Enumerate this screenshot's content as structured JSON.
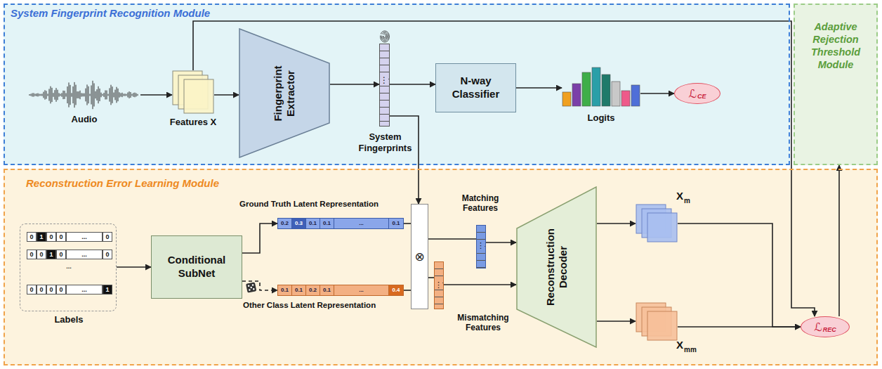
{
  "diagram": {
    "nodes": [
      {
        "text": [
          "System Fingerprint Recognition Module"
        ]
      },
      {
        "text": [
          "Audio"
        ],
        "in": 0
      },
      {
        "text": [
          "Features X"
        ],
        "in": 0
      },
      {
        "text": [
          "Fingerprint Extractor"
        ],
        "in": 0
      },
      {
        "text": [
          "System Fingerprints",
          "⋮"
        ],
        "in": 0
      },
      {
        "text": [
          "N-way Classifier"
        ],
        "in": 0
      },
      {
        "text": [
          "Logits"
        ],
        "in": 0
      },
      {
        "text": [
          "ℒ",
          "CE"
        ],
        "in": 0
      },
      {
        "text": [
          "Adaptive Rejection Threshold Module"
        ]
      },
      {
        "text": [
          "Reconstruction Error Learning Module"
        ]
      },
      {
        "text": [
          "Labels"
        ],
        "in": 9
      },
      {
        "text": [
          "Conditional SubNet"
        ],
        "in": 9
      },
      {
        "text": [
          "Ground Truth Latent Representation",
          "0.2",
          "0.3",
          "0.1",
          "0.1",
          "...",
          "0.1"
        ],
        "in": 9
      },
      {
        "text": [
          "Other Class Latent Representation",
          "0.1",
          "0.1",
          "0.2",
          "0.1",
          "...",
          "0.4"
        ],
        "in": 9
      },
      {
        "text": [
          "⊗"
        ],
        "in": 9
      },
      {
        "text": [
          "Matching Features",
          "⋮"
        ],
        "in": 9
      },
      {
        "text": [
          "Mismatching Features",
          "⋮"
        ],
        "in": 9
      },
      {
        "text": [
          "Reconstruction Decoder"
        ],
        "in": 9
      },
      {
        "text": [
          "X",
          "m"
        ],
        "in": 9
      },
      {
        "text": [
          "X",
          "mm"
        ],
        "in": 9
      },
      {
        "text": [
          "ℒ",
          "REC"
        ],
        "in": 9
      }
    ],
    "edges": [
      {
        "from": 1,
        "to": 2,
        "arrow": "to"
      },
      {
        "from": 2,
        "to": 3,
        "arrow": "to"
      },
      {
        "from": 3,
        "to": 4,
        "arrow": "to"
      },
      {
        "from": 4,
        "to": 5,
        "arrow": "to"
      },
      {
        "from": 5,
        "to": 6,
        "arrow": "to"
      },
      {
        "from": 6,
        "to": 7,
        "arrow": "to"
      },
      {
        "from": 4,
        "to": 14,
        "arrow": "to"
      },
      {
        "from": 10,
        "to": 11,
        "arrow": "to"
      },
      {
        "from": 11,
        "to": 12,
        "arrow": "to"
      },
      {
        "from": 11,
        "to": 13,
        "arrow": "to"
      },
      {
        "from": 12,
        "to": 14,
        "arrow": "none"
      },
      {
        "from": 13,
        "to": 14,
        "arrow": "none"
      },
      {
        "from": 14,
        "to": 15,
        "arrow": "none"
      },
      {
        "from": 14,
        "to": 16,
        "arrow": "none"
      },
      {
        "from": 15,
        "to": 17,
        "arrow": "to"
      },
      {
        "from": 16,
        "to": 17,
        "arrow": "to"
      },
      {
        "from": 17,
        "to": 18,
        "arrow": "to"
      },
      {
        "from": 17,
        "to": 19,
        "arrow": "to"
      },
      {
        "from": 18,
        "to": 20,
        "arrow": "to"
      },
      {
        "from": 19,
        "to": 20,
        "arrow": "to"
      },
      {
        "from": 2,
        "to": 20,
        "arrow": "to"
      },
      {
        "from": 20,
        "to": 8,
        "arrow": "to"
      }
    ],
    "labels": [
      "0",
      "1",
      "0",
      "0",
      "...",
      "0",
      "0",
      "0",
      "1",
      "0",
      "...",
      "0",
      "...",
      "0",
      "0",
      "0",
      "0",
      "...",
      "1"
    ]
  }
}
